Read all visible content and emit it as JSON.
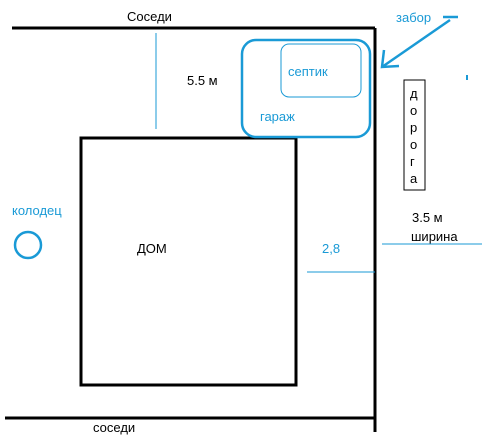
{
  "labels": {
    "neighbors_top": "Соседи",
    "neighbors_bottom": "соседи",
    "fence": "забор",
    "septic": "септик",
    "garage": "гараж",
    "distance_top": "5.5 м",
    "well": "колодец",
    "house": "ДОМ",
    "distance_side": "2,8",
    "road_width_value": "3.5 м",
    "road_width_word": "ширина",
    "road_letters": [
      "д",
      "о",
      "р",
      "о",
      "г",
      "а"
    ]
  },
  "colors": {
    "outline": "#000000",
    "annotation": "#1a9ad6"
  },
  "icons": {
    "fence_pointer": "arrow-down-left-icon",
    "well": "circle-icon"
  }
}
